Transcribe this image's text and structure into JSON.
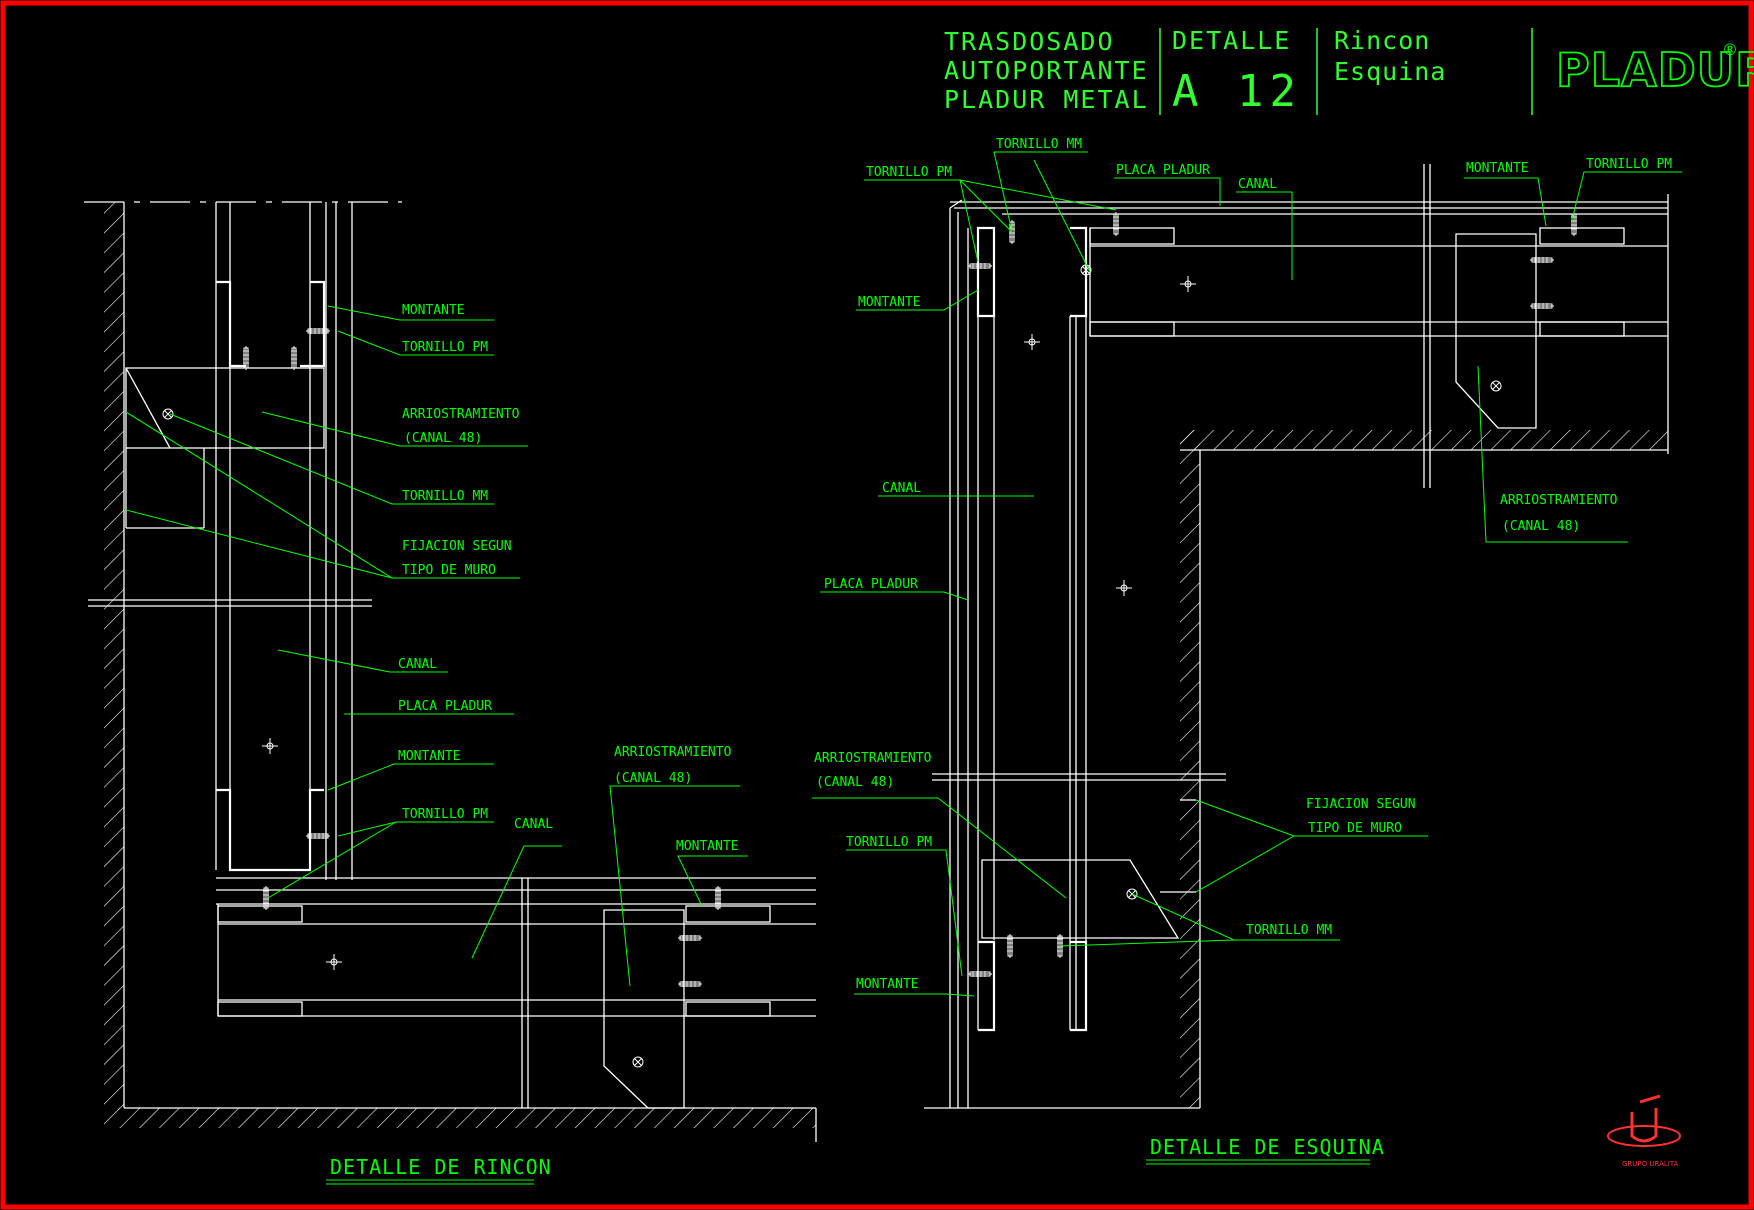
{
  "title_block": {
    "col1": [
      "TRASDOSADO",
      "AUTOPORTANTE",
      "PLADUR METAL"
    ],
    "col2_label": "DETALLE",
    "col2_code": "A 12",
    "col3": [
      "Rincon",
      "Esquina"
    ],
    "brand": "PLADUR",
    "brand_mark": "®",
    "brand_color": "#00ff00"
  },
  "left_detail": {
    "caption": "DETALLE DE RINCON",
    "labels": {
      "montante_1": "MONTANTE",
      "tornillo_pm_1": "TORNILLO PM",
      "arriostramiento_1": "ARRIOSTRAMIENTO",
      "canal48_1": "(CANAL  48)",
      "tornillo_mm_1": "TORNILLO MM",
      "fijacion_1": "FIJACION SEGUN",
      "tipo_muro_1": "TIPO DE MURO",
      "canal_1": "CANAL",
      "placa_1": "PLACA PLADUR",
      "montante_2": "MONTANTE",
      "tornillo_pm_2": "TORNILLO PM",
      "canal_2": "CANAL",
      "arriostramiento_2": "ARRIOSTRAMIENTO",
      "canal48_2": "(CANAL  48)",
      "montante_3": "MONTANTE"
    }
  },
  "right_detail": {
    "caption": "DETALLE DE ESQUINA",
    "labels": {
      "tornillo_mm_top": "TORNILLO MM",
      "tornillo_pm_top": "TORNILLO PM",
      "placa_top": "PLACA PLADUR",
      "canal_top": "CANAL",
      "montante_tr": "MONTANTE",
      "tornillo_pm_tr": "TORNILLO PM",
      "montante_l": "MONTANTE",
      "canal_l": "CANAL",
      "placa_l": "PLACA PLADUR",
      "arriostramiento_r": "ARRIOSTRAMIENTO",
      "canal48_r": "(CANAL  48)",
      "arriostramiento_b": "ARRIOSTRAMIENTO",
      "canal48_b": "(CANAL  48)",
      "tornillo_pm_b": "TORNILLO PM",
      "montante_b": "MONTANTE",
      "fijacion_b": "FIJACION SEGUN",
      "tipo_muro_b": "TIPO DE MURO",
      "tornillo_mm_b": "TORNILLO MM"
    }
  },
  "logo": {
    "caption": "GRUPO URALITA"
  },
  "colors": {
    "border": "#ff0000",
    "lines": "#ffffff",
    "annotations": "#00ff00"
  }
}
